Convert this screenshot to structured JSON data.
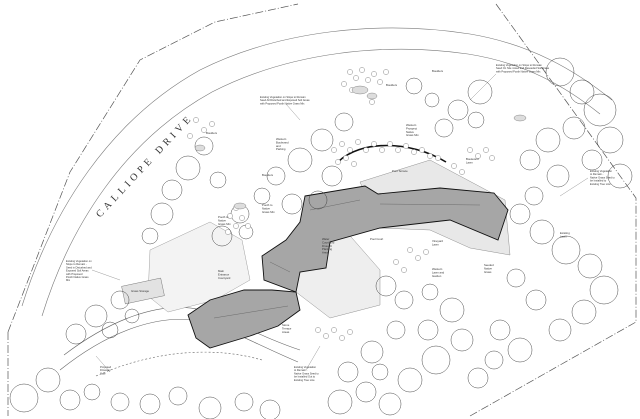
{
  "street": {
    "name": "CALLIOPE DRIVE"
  },
  "notes": {
    "top_right": [
      "Existing Vegetation on Slope to Remain",
      "Seed On Site mixed and Reseeded Soil Areas",
      "with Proposed Pooth Native Grass Mix"
    ],
    "top_center": [
      "Existing Vegetation on Slope to Remain",
      "Seed All Disturbed and Exposed Soil Areas",
      "with Proposed Pooth Native Grass Mix"
    ],
    "right_mid": [
      "Existing Vegetation",
      "to Remain -",
      "Native Grass Seed to",
      "be Installed to",
      "Existing Tree Line"
    ],
    "left_mid": [
      "Existing Vegetation on",
      "Slope to Remain -",
      "Seed in Disturbed and",
      "Exposed Soil Areas",
      "with Proposed",
      "Pooth Native Grass",
      "Mix"
    ],
    "bottom_center": [
      "Existing Vegetation",
      "to Remain -",
      "Native Grass Seed to",
      "be Installed Out to",
      "Existing Tree Line"
    ],
    "bottom_left": [
      "Proposed",
      "Driveway",
      "Gate"
    ]
  },
  "labels": {
    "boulders_top": "Boulders",
    "boulders_right": "Boulders",
    "boulders_left": "Boulders",
    "boulders_mid": "Boulders",
    "grass_storage": "Grass Storage",
    "main_entry": [
      "Main",
      "Entrance",
      "Courtyard"
    ],
    "western_parking": [
      "Western",
      "Boulevard",
      "and",
      "Parking"
    ],
    "native_grass_left": [
      "Pooth to",
      "Native",
      "Grass Mix"
    ],
    "native_grass_mid": [
      "Pooth to",
      "Native",
      "Grass Mix"
    ],
    "pool_terrace": "Pool Terrace",
    "boulevard_lawn": [
      "Boulevard",
      "Lawn"
    ],
    "pool_court": "Pool Court",
    "vineyard_lawn": [
      "Vineyard",
      "Lawn"
    ],
    "western_lawn": [
      "Western",
      "Lawn and",
      "Garden"
    ],
    "mid_right": [
      "Western",
      "Prospect",
      "Native",
      "Grass Mix"
    ],
    "dwelling_note": [
      "Water",
      "Court and",
      "Drought",
      "Planting",
      "Area"
    ],
    "near_right": [
      "Seeded",
      "Native",
      "Grass"
    ],
    "low_center": [
      "Stone",
      "Terrace",
      "Areas"
    ],
    "east_lawn": [
      "Existing",
      "Lawn"
    ]
  }
}
